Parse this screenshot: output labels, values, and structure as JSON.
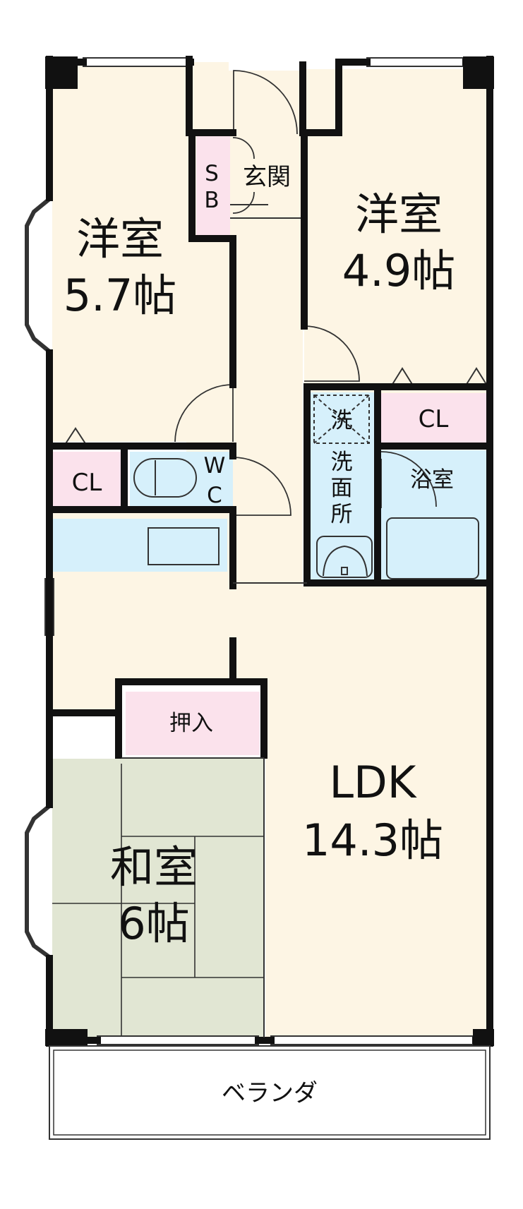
{
  "colors": {
    "floor": "#fdf5e4",
    "tatami": "#e1e6d3",
    "closet": "#fbe2ec",
    "wet": "#d6f0fb",
    "wall": "#111111"
  },
  "rooms": {
    "western_left": {
      "name": "洋室",
      "size": "5.7帖"
    },
    "western_right": {
      "name": "洋室",
      "size": "4.9帖"
    },
    "ldk": {
      "name": "LDK",
      "size": "14.3帖"
    },
    "japanese": {
      "name": "和室",
      "size": "6帖"
    },
    "entrance": {
      "name": "玄関"
    },
    "shoe_box": {
      "line1": "S",
      "line2": "B"
    },
    "closet_left": {
      "name": "CL"
    },
    "closet_right": {
      "name": "CL"
    },
    "toilet": {
      "line1": "W",
      "line2": "C"
    },
    "washing_machine": {
      "name": "洗"
    },
    "washroom": {
      "chars": [
        "洗",
        "面",
        "所"
      ]
    },
    "bathroom": {
      "name": "浴室"
    },
    "oshiire": {
      "name": "押入"
    },
    "veranda": {
      "name": "ベランダ"
    }
  }
}
